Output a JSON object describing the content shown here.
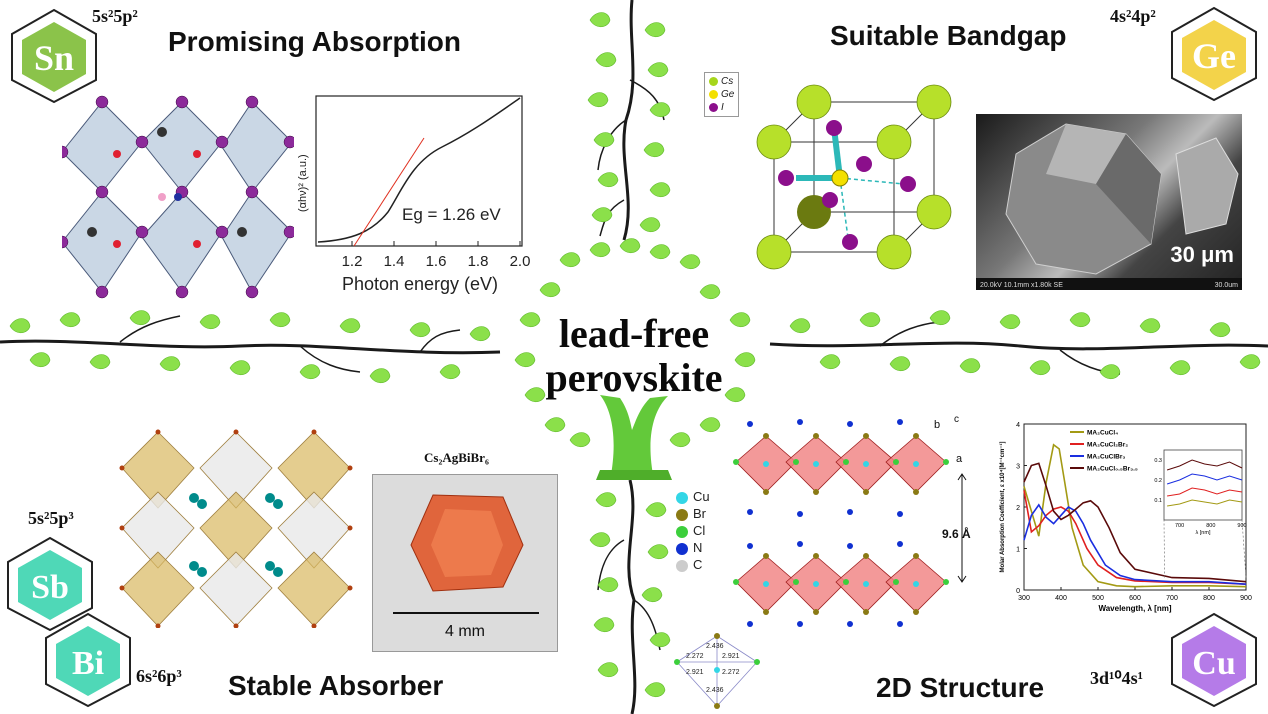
{
  "center": {
    "line1": "lead-free",
    "line2": "perovskite"
  },
  "quadrants": {
    "sn": {
      "element": "Sn",
      "config": "5s²5p²",
      "title": "Promising  Absorption",
      "color": "#8bc34a"
    },
    "ge": {
      "element": "Ge",
      "config": "4s²4p²",
      "title": "Suitable Bandgap",
      "color": "#f3d34a"
    },
    "sb": {
      "element": "Sb",
      "config": "5s²5p³",
      "color": "#4fd8b7"
    },
    "bi": {
      "element": "Bi",
      "config": "6s²6p³",
      "color": "#4fd8b7"
    },
    "sbbi_title": "Stable Absorber",
    "cu": {
      "element": "Cu",
      "config": "3d¹⁰4s¹",
      "title": "2D Structure",
      "color": "#b57be8"
    }
  },
  "tauc": {
    "ylabel": "(αhν)² (a.u.)",
    "xlabel": "Photon energy (eV)",
    "xticks": [
      "1.2",
      "1.4",
      "1.6",
      "1.8",
      "2.0"
    ],
    "annotation": "Eg = 1.26 eV"
  },
  "ge_legend": [
    {
      "label": "Cs",
      "color": "#a6d61c"
    },
    {
      "label": "Ge",
      "color": "#f3e000"
    },
    {
      "label": "I",
      "color": "#8b0f8b"
    }
  ],
  "sem": {
    "scale": "30 μm",
    "footer": "20.0kV 10.1mm x1.80k SE",
    "footer_right": "30.0um"
  },
  "crystal_photo": {
    "title": "Cs₂AgBiBr₆",
    "scale": "4 mm"
  },
  "cu_legend": [
    {
      "label": "Cu",
      "color": "#33d6e6"
    },
    {
      "label": "Br",
      "color": "#8a7a14"
    },
    {
      "label": "Cl",
      "color": "#3ccf3c"
    },
    {
      "label": "N",
      "color": "#1030d0"
    },
    {
      "label": "C",
      "color": "#cccccc"
    }
  ],
  "layer_spacing": "9.6 Å",
  "axes_labels": {
    "b": "b",
    "c": "c",
    "a": "a"
  },
  "octa_values": [
    "2.436",
    "2.272",
    "2.921",
    "2.921",
    "2.272",
    "2.436"
  ],
  "chart_data": {
    "type": "line",
    "xlabel": "Wavelength, λ [nm]",
    "ylabel": "Molar Absorption Coefficient, ε x10⁴[M⁻¹cm⁻¹]",
    "xlim": [
      300,
      900
    ],
    "ylim": [
      0,
      4
    ],
    "xticks": [
      "300",
      "400",
      "500",
      "600",
      "700",
      "800",
      "900"
    ],
    "yticks": [
      "0",
      "1",
      "2",
      "3",
      "4"
    ],
    "series": [
      {
        "name": "MA₂CuCl₄",
        "color": "#a39a14",
        "x": [
          300,
          320,
          340,
          360,
          380,
          395,
          410,
          430,
          460,
          500,
          550,
          600,
          700,
          800,
          900
        ],
        "y": [
          2.5,
          1.9,
          1.3,
          2.6,
          3.5,
          3.4,
          2.6,
          1.5,
          0.6,
          0.2,
          0.1,
          0.08,
          0.1,
          0.1,
          0.08
        ]
      },
      {
        "name": "MA₂CuCl₂Br₂",
        "color": "#e02020",
        "x": [
          300,
          320,
          340,
          360,
          380,
          400,
          420,
          440,
          470,
          500,
          550,
          600,
          700,
          800,
          900
        ],
        "y": [
          2.4,
          1.4,
          1.55,
          1.8,
          1.95,
          2.0,
          1.9,
          1.6,
          1.0,
          0.6,
          0.3,
          0.22,
          0.18,
          0.18,
          0.14
        ]
      },
      {
        "name": "MA₂CuClBr₃",
        "color": "#1a2ee0",
        "x": [
          300,
          320,
          340,
          360,
          380,
          400,
          420,
          440,
          460,
          480,
          520,
          560,
          600,
          700,
          800,
          900
        ],
        "y": [
          1.2,
          1.8,
          2.05,
          1.75,
          1.6,
          1.8,
          2.0,
          1.9,
          1.6,
          1.2,
          0.6,
          0.35,
          0.25,
          0.2,
          0.2,
          0.14
        ]
      },
      {
        "name": "MA₂CuCl₀.₅Br₃.₅",
        "color": "#5a0a0a",
        "x": [
          300,
          320,
          340,
          360,
          380,
          400,
          420,
          440,
          460,
          480,
          500,
          530,
          560,
          600,
          700,
          800,
          900
        ],
        "y": [
          2.6,
          3.0,
          3.05,
          2.5,
          1.9,
          1.7,
          1.8,
          1.95,
          2.1,
          2.15,
          2.0,
          1.5,
          0.9,
          0.5,
          0.3,
          0.28,
          0.2
        ]
      }
    ],
    "inset": {
      "xlabel": "λ [nm]",
      "xticks": [
        "700",
        "800",
        "900"
      ],
      "yticks": [
        "0.1",
        "0.2",
        "0.3"
      ]
    }
  }
}
